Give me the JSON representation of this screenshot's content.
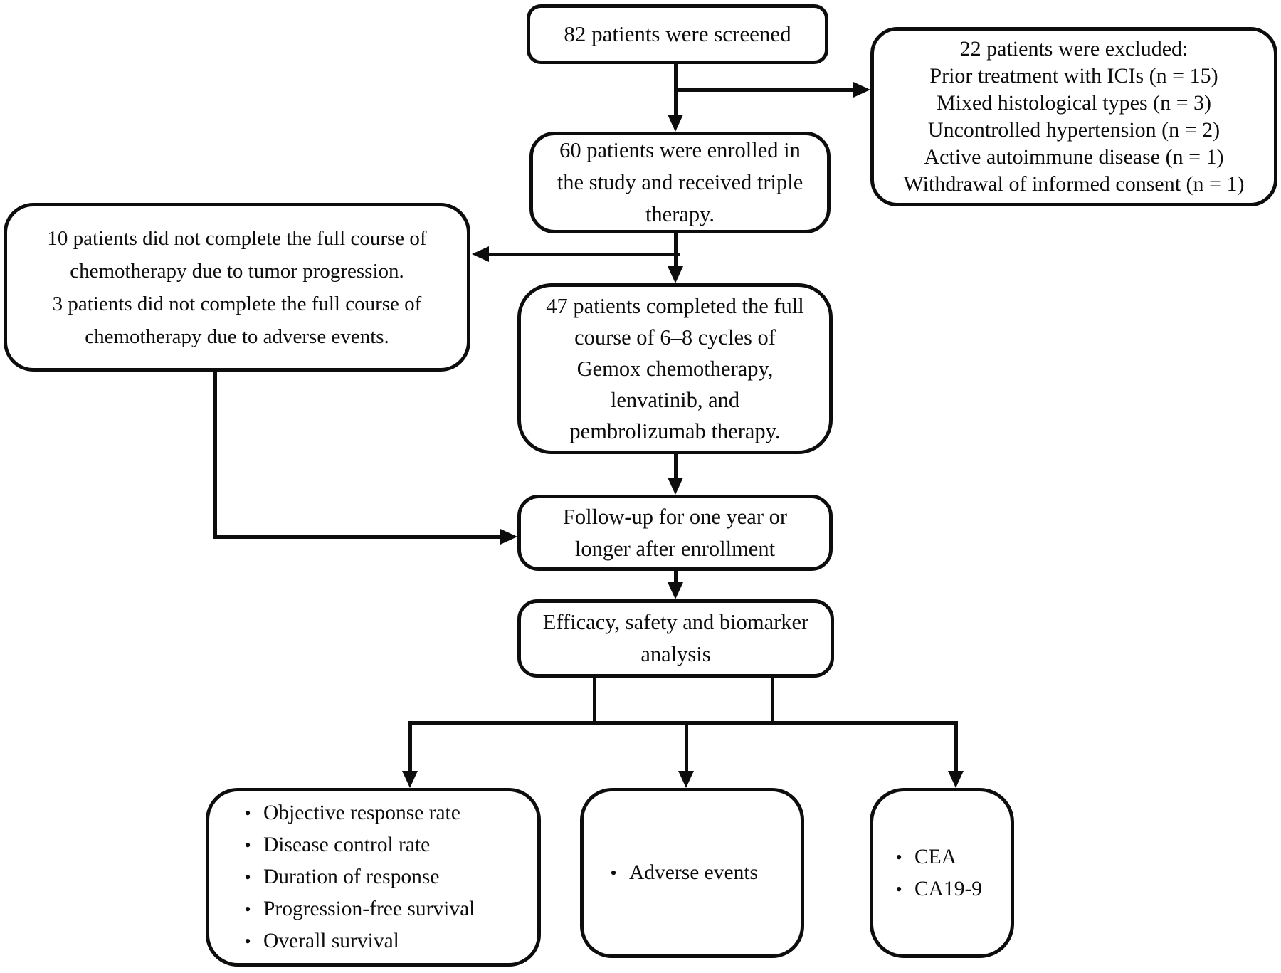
{
  "figure": {
    "type": "consort-flow-diagram",
    "background": "#ffffff",
    "ink": "#0d0d0d"
  },
  "glyphs": {
    "bullet": "•"
  },
  "boxes": {
    "screened": {
      "lines": [
        "82 patients were screened"
      ]
    },
    "excluded": {
      "lines": [
        "22 patients were excluded:",
        "Prior treatment with ICIs (n = 15)",
        "Mixed histological types (n = 3)",
        "Uncontrolled hypertension (n = 2)",
        "Active autoimmune disease (n = 1)",
        "Withdrawal of informed consent (n = 1)"
      ]
    },
    "enrolled": {
      "lines": [
        "60 patients were enrolled in",
        "the study and received triple",
        "therapy."
      ]
    },
    "not_completed": {
      "lines": [
        "10 patients did not complete the full course of",
        "chemotherapy due to tumor progression.",
        "3 patients did not complete the full course of",
        "chemotherapy due to adverse events."
      ]
    },
    "completed": {
      "lines": [
        "47 patients completed the full",
        "course of 6–8 cycles of",
        "Gemox chemotherapy,",
        "lenvatinib, and",
        "pembrolizumab therapy."
      ]
    },
    "follow_up": {
      "lines": [
        "Follow-up for one year or",
        "longer after enrollment"
      ]
    },
    "analysis": {
      "lines": [
        "Efficacy, safety and biomarker",
        "analysis"
      ]
    },
    "efficacy_outcomes": {
      "items": [
        "Objective response rate",
        "Disease control rate",
        "Duration of response",
        "Progression-free survival",
        "Overall survival"
      ]
    },
    "safety_outcomes": {
      "items": [
        "Adverse events"
      ]
    },
    "biomarker_outcomes": {
      "items": [
        "CEA",
        "CA19-9"
      ]
    }
  }
}
